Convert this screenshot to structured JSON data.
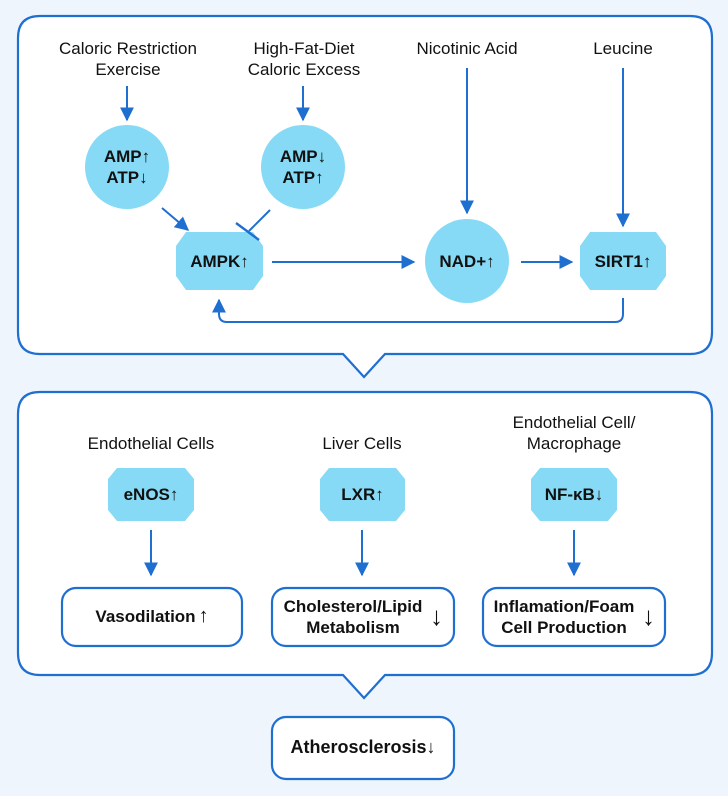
{
  "colors": {
    "background": "#eef5fc",
    "outline": "#1f6fd1",
    "node_fill": "#86daf5",
    "panel_fill": "#ffffff"
  },
  "top_panel": {
    "inputs": {
      "caloric_restriction": [
        "Caloric Restriction",
        "Exercise"
      ],
      "high_fat_diet": [
        "High-Fat-Diet",
        "Caloric Excess"
      ],
      "nicotinic_acid": "Nicotinic Acid",
      "leucine": "Leucine"
    },
    "nodes": {
      "amp_up": [
        "AMP↑",
        "ATP↓"
      ],
      "amp_down": [
        "AMP↓",
        "ATP↑"
      ],
      "ampk": "AMPK↑",
      "nad": "NAD+↑",
      "sirt1": "SIRT1↑"
    }
  },
  "middle_panel": {
    "columns": [
      {
        "heading": [
          "Endothelial Cells"
        ],
        "marker": "eNOS↑",
        "outcome": [
          "Vasodilation"
        ],
        "outcome_arrow": "↑"
      },
      {
        "heading": [
          "Liver Cells"
        ],
        "marker": "LXR↑",
        "outcome": [
          "Cholesterol/Lipid",
          "Metabolism"
        ],
        "outcome_arrow": "↓"
      },
      {
        "heading": [
          "Endothelial Cell/",
          "Macrophage"
        ],
        "marker": "NF-κB↓",
        "outcome": [
          "Inflamation/Foam",
          "Cell Production"
        ],
        "outcome_arrow": "↓"
      }
    ]
  },
  "result": "Atherosclerosis↓"
}
